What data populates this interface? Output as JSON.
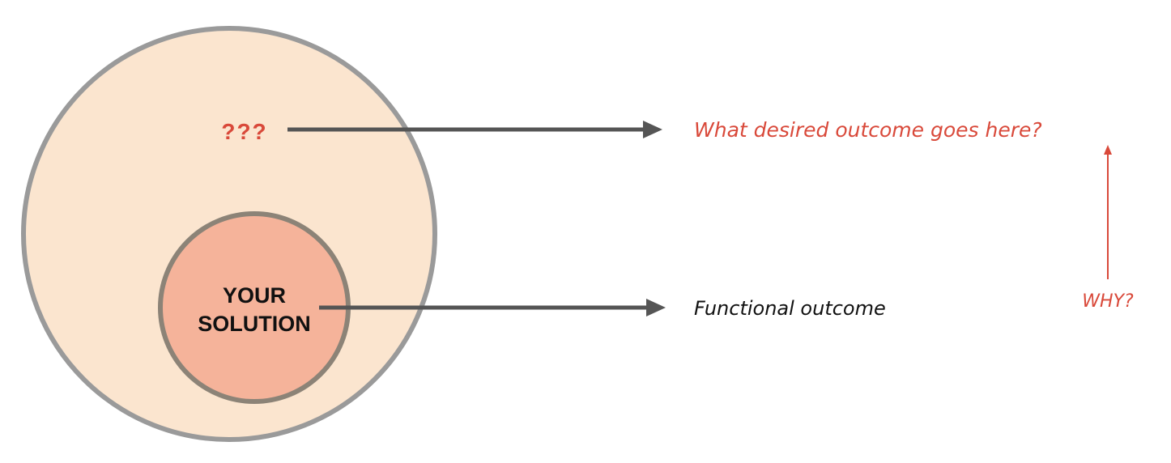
{
  "colors": {
    "outer_fill": "#fbe5cf",
    "outer_stroke": "#9a9a9a",
    "inner_fill": "#f5b39a",
    "inner_stroke": "#8c8377",
    "arrow": "#555555",
    "accent_red": "#d9493a",
    "text_dark": "#111111"
  },
  "labels": {
    "unknown_marker": "???",
    "solution_line1": "YOUR",
    "solution_line2": "SOLUTION",
    "desired_outcome": "What desired outcome goes here?",
    "functional_outcome": "Functional outcome",
    "why": "WHY?"
  }
}
